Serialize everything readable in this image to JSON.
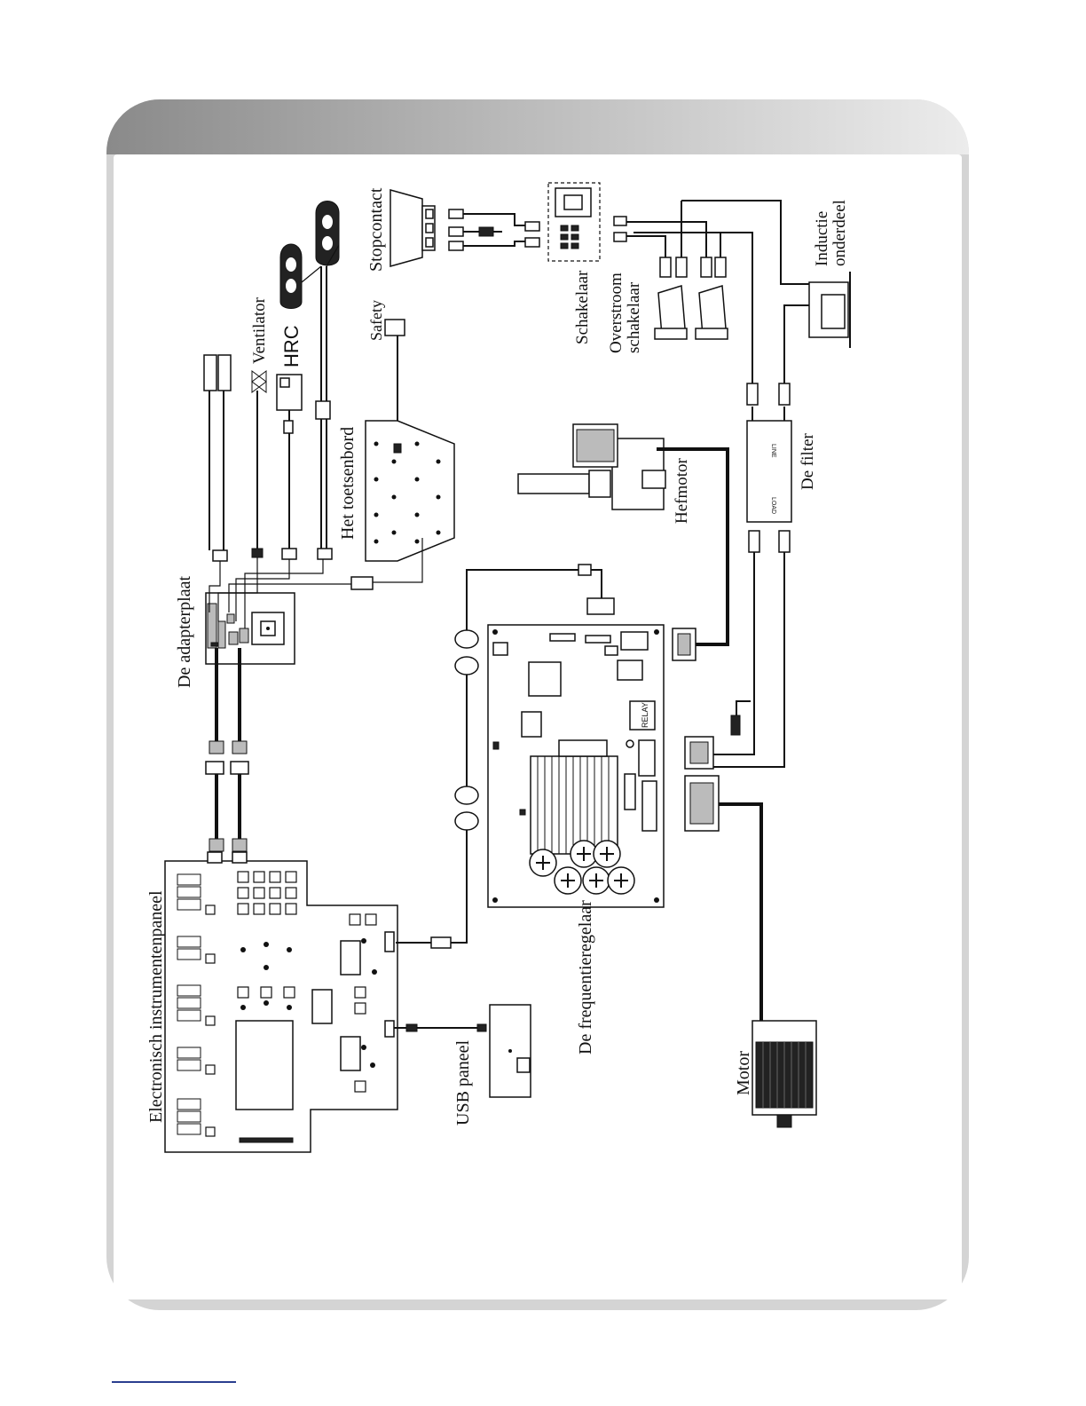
{
  "labels": {
    "instrument_panel": "Electronisch instrumentenpaneel",
    "adapter_plate": "De adapterplaat",
    "usb_panel": "USB paneel",
    "frequency_controller": "De frequentieregelaar",
    "motor": "Motor",
    "keyboard": "Het toetsenbord",
    "ventilator": "Ventilator",
    "hrc": "HRC",
    "safety": "Safety",
    "socket": "Stopcontact",
    "switch": "Schakelaar",
    "overcurrent_switch_line1": "Overstroom",
    "overcurrent_switch_line2": "schakelaar",
    "induction_line1": "Inductie",
    "induction_line2": "onderdeel",
    "lift_motor": "Hefmotor",
    "filter": "De filter",
    "relay": "RELAY",
    "filter_line": "LINE",
    "filter_load": "LOAD"
  },
  "colors": {
    "header_dark": "#8a8a8a",
    "header_light": "#ececec",
    "frame_border": "#d4d4d4",
    "footer_rule": "#2b3f8f"
  }
}
